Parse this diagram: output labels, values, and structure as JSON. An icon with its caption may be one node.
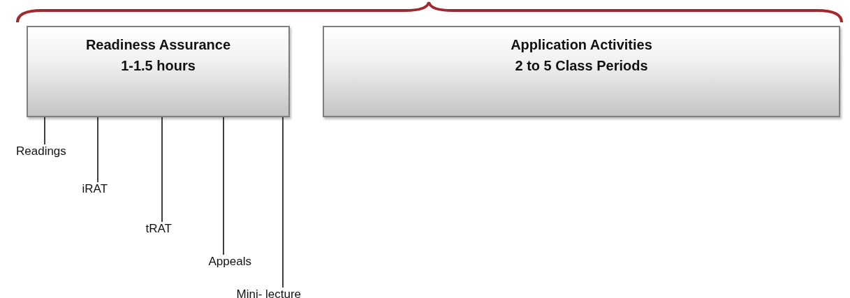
{
  "diagram": {
    "nodes": [
      {
        "text": [
          "Readiness Assurance",
          "1-1.5 hours"
        ]
      },
      {
        "text": [
          "Application Activities",
          "2 to 5 Class Periods"
        ]
      },
      {
        "text": [
          "Readings"
        ]
      },
      {
        "text": [
          "iRAT"
        ]
      },
      {
        "text": [
          "tRAT"
        ]
      },
      {
        "text": [
          "Appeals"
        ]
      },
      {
        "text": [
          "Mini- lecture"
        ]
      }
    ],
    "edges": [
      {
        "from": 2,
        "to": 0,
        "arrow": "none"
      },
      {
        "from": 3,
        "to": 0,
        "arrow": "none"
      },
      {
        "from": 4,
        "to": 0,
        "arrow": "none"
      },
      {
        "from": 5,
        "to": 0,
        "arrow": "none"
      },
      {
        "from": 6,
        "to": 0,
        "arrow": "none"
      }
    ]
  }
}
